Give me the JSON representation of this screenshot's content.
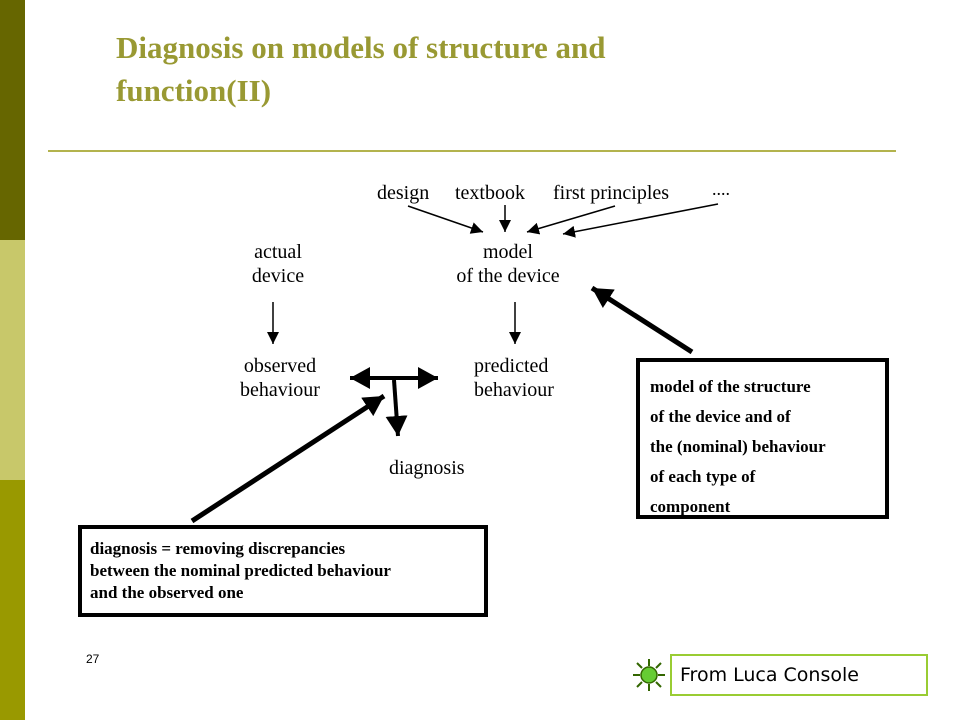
{
  "slide": {
    "title_line1": "Diagnosis on models of structure and",
    "title_line2": "function(II)",
    "page_number": "27",
    "credit": "From Luca Console"
  },
  "diagram": {
    "sources": {
      "design": "design",
      "textbook": "textbook",
      "first_principles": "first principles",
      "more": "...."
    },
    "actual_device": {
      "line1": "actual",
      "line2": "device"
    },
    "model_device": {
      "line1": "model",
      "line2": "of the device"
    },
    "observed": {
      "line1": "observed",
      "line2": "behaviour"
    },
    "predicted": {
      "line1": "predicted",
      "line2": "behaviour"
    },
    "diagnosis": "diagnosis",
    "callout_diagnosis": [
      "diagnosis = removing discrepancies",
      "between the nominal predicted behaviour",
      "and the observed one"
    ],
    "callout_model": [
      "model of the structure",
      "of the device and of",
      "the (nominal) behaviour",
      "of each type of",
      "component"
    ]
  },
  "colors": {
    "title": "#999933",
    "bar_dark": "#666600",
    "bar_light": "#c8c86a",
    "bar_mid": "#999900",
    "credit_border": "#99cc33",
    "sun": "#66cc33"
  }
}
